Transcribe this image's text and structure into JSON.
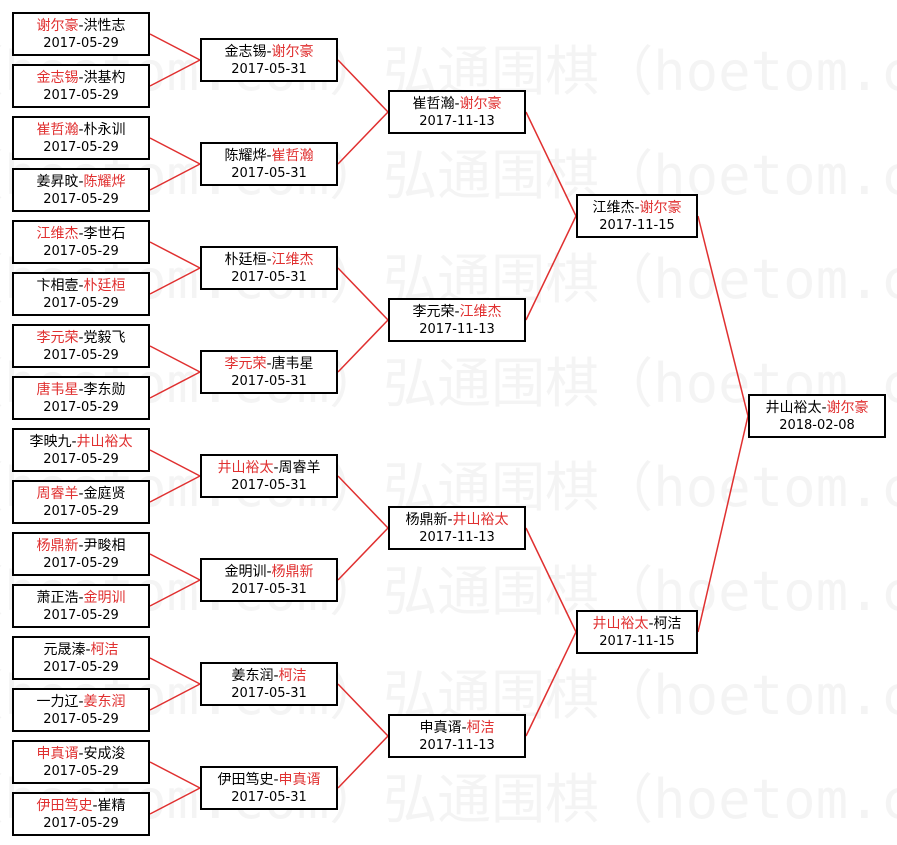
{
  "watermark_text": "（hoetom.com）弘通围棋",
  "colors": {
    "winner": "#e03030",
    "line": "#e03030",
    "border": "#000000"
  },
  "bracket": {
    "round1": [
      {
        "p1": "谢尔豪",
        "p2": "洪性志",
        "winner": 1,
        "date": "2017-05-29"
      },
      {
        "p1": "金志锡",
        "p2": "洪基杓",
        "winner": 1,
        "date": "2017-05-29"
      },
      {
        "p1": "崔哲瀚",
        "p2": "朴永训",
        "winner": 1,
        "date": "2017-05-29"
      },
      {
        "p1": "姜昇旼",
        "p2": "陈耀烨",
        "winner": 2,
        "date": "2017-05-29"
      },
      {
        "p1": "江维杰",
        "p2": "李世石",
        "winner": 1,
        "date": "2017-05-29"
      },
      {
        "p1": "卞相壹",
        "p2": "朴廷桓",
        "winner": 2,
        "date": "2017-05-29"
      },
      {
        "p1": "李元荣",
        "p2": "党毅飞",
        "winner": 1,
        "date": "2017-05-29"
      },
      {
        "p1": "唐韦星",
        "p2": "李东勋",
        "winner": 1,
        "date": "2017-05-29"
      },
      {
        "p1": "李映九",
        "p2": "井山裕太",
        "winner": 2,
        "date": "2017-05-29"
      },
      {
        "p1": "周睿羊",
        "p2": "金庭贤",
        "winner": 1,
        "date": "2017-05-29"
      },
      {
        "p1": "杨鼎新",
        "p2": "尹畯相",
        "winner": 1,
        "date": "2017-05-29"
      },
      {
        "p1": "萧正浩",
        "p2": "金明训",
        "winner": 2,
        "date": "2017-05-29"
      },
      {
        "p1": "元晟溱",
        "p2": "柯洁",
        "winner": 2,
        "date": "2017-05-29"
      },
      {
        "p1": "一力辽",
        "p2": "姜东润",
        "winner": 2,
        "date": "2017-05-29"
      },
      {
        "p1": "申真谞",
        "p2": "安成浚",
        "winner": 1,
        "date": "2017-05-29"
      },
      {
        "p1": "伊田笃史",
        "p2": "崔精",
        "winner": 1,
        "date": "2017-05-29"
      }
    ],
    "round2": [
      {
        "p1": "金志锡",
        "p2": "谢尔豪",
        "winner": 2,
        "date": "2017-05-31"
      },
      {
        "p1": "陈耀烨",
        "p2": "崔哲瀚",
        "winner": 2,
        "date": "2017-05-31"
      },
      {
        "p1": "朴廷桓",
        "p2": "江维杰",
        "winner": 2,
        "date": "2017-05-31"
      },
      {
        "p1": "李元荣",
        "p2": "唐韦星",
        "winner": 1,
        "date": "2017-05-31"
      },
      {
        "p1": "井山裕太",
        "p2": "周睿羊",
        "winner": 1,
        "date": "2017-05-31"
      },
      {
        "p1": "金明训",
        "p2": "杨鼎新",
        "winner": 2,
        "date": "2017-05-31"
      },
      {
        "p1": "姜东润",
        "p2": "柯洁",
        "winner": 2,
        "date": "2017-05-31"
      },
      {
        "p1": "伊田笃史",
        "p2": "申真谞",
        "winner": 2,
        "date": "2017-05-31"
      }
    ],
    "round3": [
      {
        "p1": "崔哲瀚",
        "p2": "谢尔豪",
        "winner": 2,
        "date": "2017-11-13"
      },
      {
        "p1": "李元荣",
        "p2": "江维杰",
        "winner": 2,
        "date": "2017-11-13"
      },
      {
        "p1": "杨鼎新",
        "p2": "井山裕太",
        "winner": 2,
        "date": "2017-11-13"
      },
      {
        "p1": "申真谞",
        "p2": "柯洁",
        "winner": 2,
        "date": "2017-11-13"
      }
    ],
    "round4": [
      {
        "p1": "江维杰",
        "p2": "谢尔豪",
        "winner": 2,
        "date": "2017-11-15"
      },
      {
        "p1": "井山裕太",
        "p2": "柯洁",
        "winner": 1,
        "date": "2017-11-15"
      }
    ],
    "final": [
      {
        "p1": "井山裕太",
        "p2": "谢尔豪",
        "winner": 2,
        "date": "2018-02-08"
      }
    ]
  }
}
